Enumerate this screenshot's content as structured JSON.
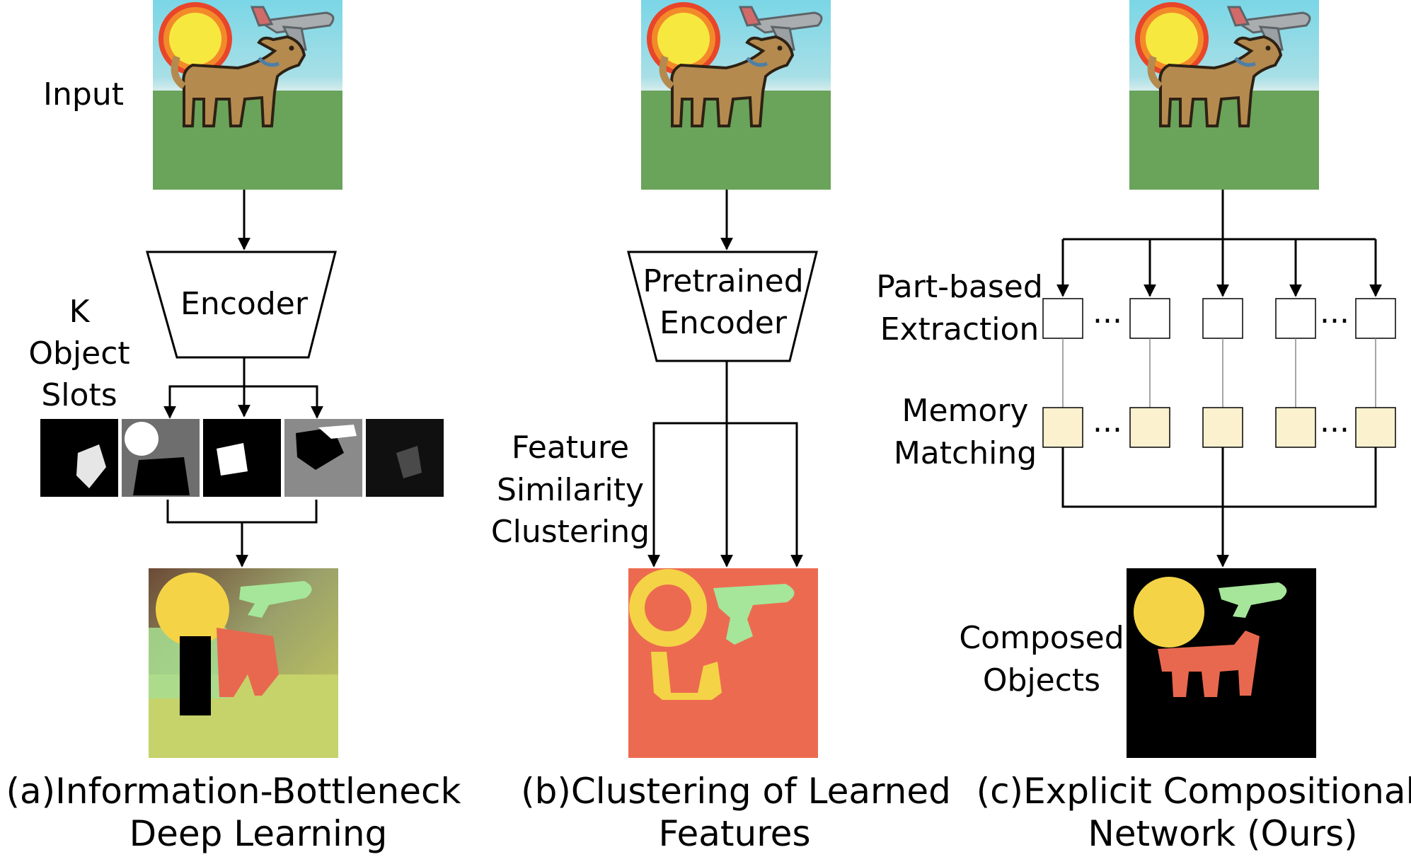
{
  "panel_a": {
    "input_label": "Input",
    "encoder_label": "Encoder",
    "slots_label": [
      "K",
      "Object",
      "Slots"
    ],
    "caption": [
      "(a)Information-Bottleneck",
      "Deep Learning"
    ]
  },
  "panel_b": {
    "encoder_label": [
      "Pretrained",
      "Encoder"
    ],
    "clustering_label": [
      "Feature",
      "Similarity",
      "Clustering"
    ],
    "caption": [
      "(b)Clustering of Learned",
      "Features"
    ]
  },
  "panel_c": {
    "extraction_label": [
      "Part-based",
      "Extraction"
    ],
    "memory_label": [
      "Memory",
      "Matching"
    ],
    "ellipsis": "...",
    "composed_label": [
      "Composed",
      "Objects"
    ],
    "caption": [
      "(c)Explicit Compositional",
      "Network (Ours)"
    ]
  },
  "colors": {
    "sky": "#7ad6e6",
    "grass": "#6aa35a",
    "sun": "#f4d347",
    "plane_segment": "#a5e69a",
    "dog_segment": "#e8684f",
    "cluster_background": "#ec6b50",
    "memory_box": "#fcf1cf"
  }
}
